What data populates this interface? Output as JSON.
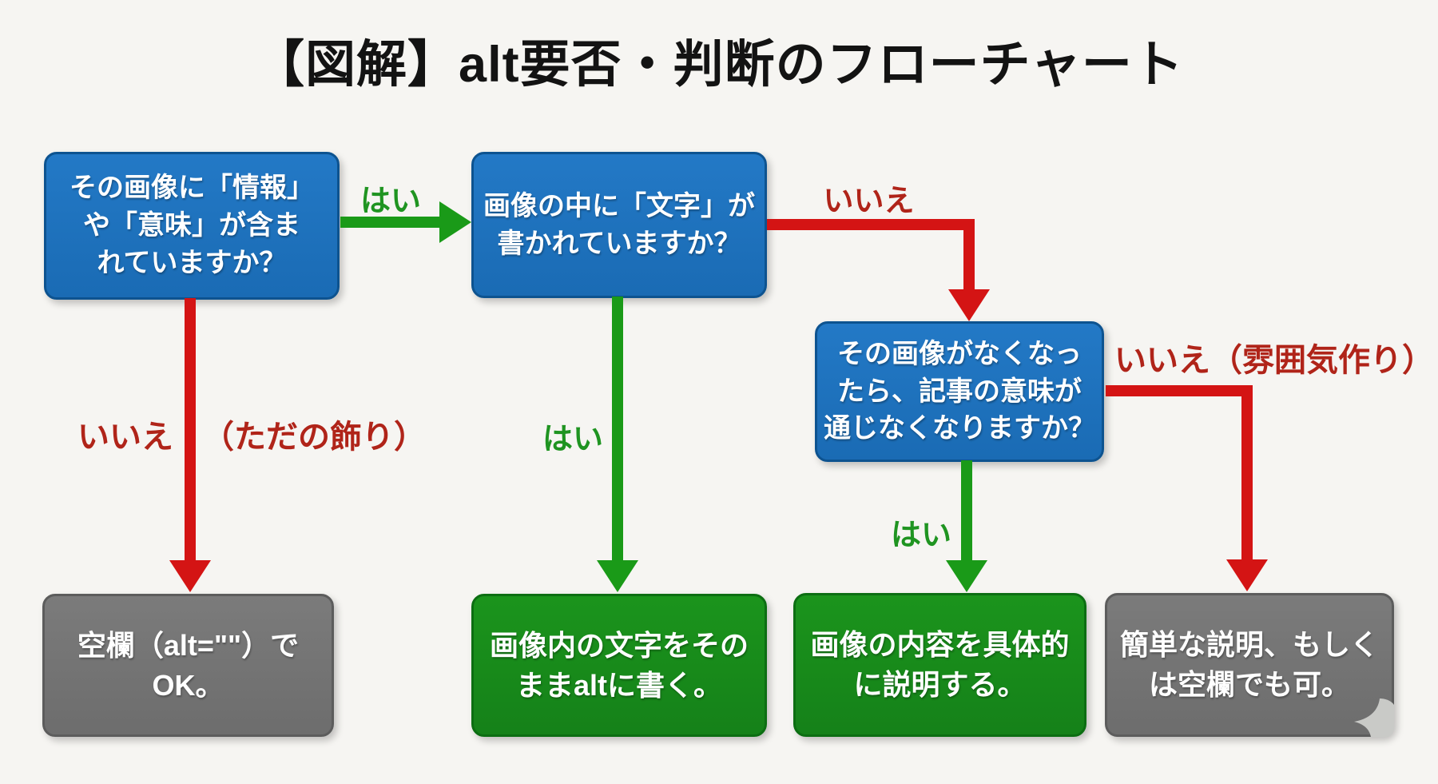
{
  "title": "【図解】alt要否・判断のフローチャート",
  "nodes": {
    "q1": {
      "type": "question",
      "text": "その画像に「情報」\nや「意味」が含ま\nれていますか？"
    },
    "q2": {
      "type": "question",
      "text": "画像の中に「文字」が\n書かれていますか？"
    },
    "q3": {
      "type": "question",
      "text": "その画像がなくなっ\nたら、記事の意味が\n通じなくなりますか？"
    },
    "r1": {
      "type": "result",
      "text": "空欄（alt=\"\"）でOK。"
    },
    "r2": {
      "type": "result",
      "text": "画像内の文字をその\nままaltに書く。"
    },
    "r3": {
      "type": "result",
      "text": "画像の内容を具体的\nに説明する。"
    },
    "r4": {
      "type": "result",
      "text": "簡単な説明、もしく\nは空欄でも可。"
    }
  },
  "edges": {
    "q1_q2": {
      "label": "はい",
      "color": "green"
    },
    "q2_q3": {
      "label": "いいえ",
      "color": "red"
    },
    "q1_r1": {
      "label": "いいえ",
      "note": "（ただの飾り）",
      "color": "red"
    },
    "q2_r2": {
      "label": "はい",
      "color": "green"
    },
    "q3_r3": {
      "label": "はい",
      "color": "green"
    },
    "q3_r4": {
      "label": "いいえ（雰囲気作り）",
      "color": "red"
    }
  },
  "colors": {
    "question_box": "#1a6cb6",
    "action_box": "#17881b",
    "neutral_box": "#717171",
    "yes_arrow": "#1a9a18",
    "no_arrow": "#d41414",
    "yes_label": "#1f9421",
    "no_label": "#b02419",
    "background": "#f6f5f2"
  },
  "watermark": "page-curl"
}
